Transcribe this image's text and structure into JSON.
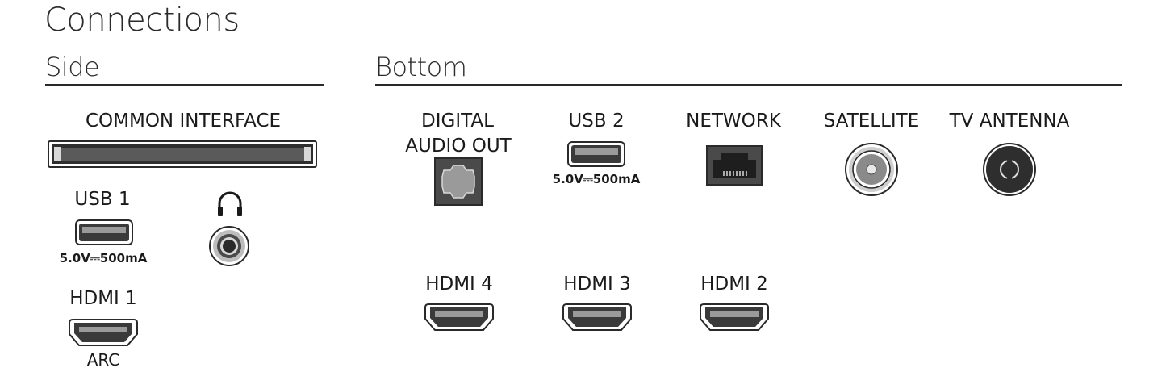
{
  "title": "Connections",
  "sections": {
    "side": "Side",
    "bottom": "Bottom"
  },
  "side": {
    "common_interface": "COMMON INTERFACE",
    "usb1": {
      "label": "USB 1",
      "spec": "5.0V⎓500mA"
    },
    "hdmi1": {
      "label": "HDMI 1",
      "sub": "ARC"
    }
  },
  "bottom": {
    "digital_audio_line1": "DIGITAL",
    "digital_audio_line2": "AUDIO OUT",
    "usb2": {
      "label": "USB 2",
      "spec": "5.0V⎓500mA"
    },
    "network": "NETWORK",
    "satellite": "SATELLITE",
    "tv_antenna": "TV ANTENNA",
    "hdmi4": "HDMI 4",
    "hdmi3": "HDMI 3",
    "hdmi2": "HDMI 2"
  },
  "icons": {
    "headphones": "headphones-icon",
    "usb": "usb-port-icon",
    "hdmi": "hdmi-port-icon",
    "optical": "optical-port-icon",
    "ethernet": "ethernet-port-icon",
    "coax": "coax-port-icon"
  },
  "colors": {
    "text": "#1a1a1a",
    "port_dark": "#3a3a3a",
    "port_mid": "#7a7a7a"
  }
}
